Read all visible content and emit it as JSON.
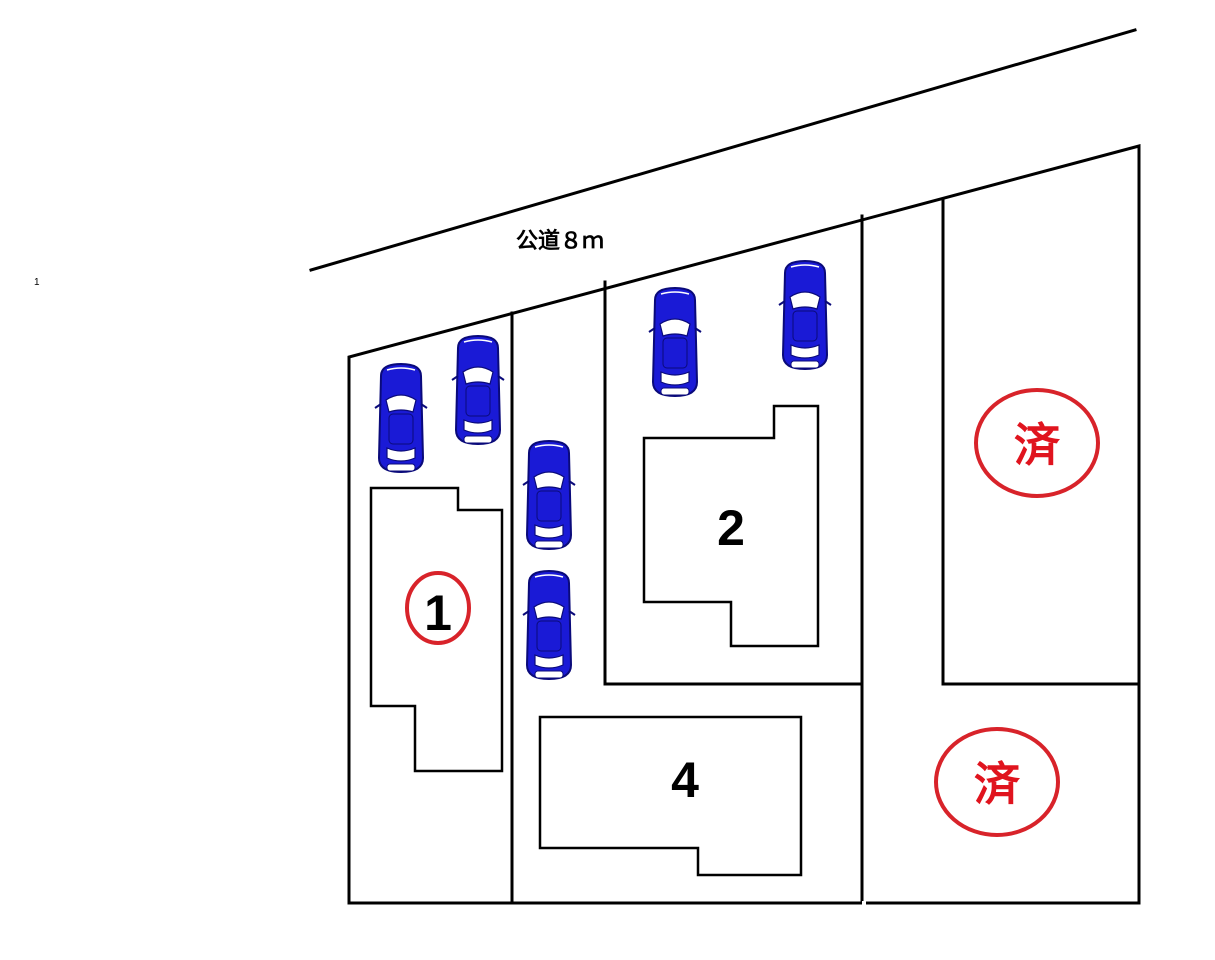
{
  "page_number": "1",
  "road": {
    "label": "公道８ｍ"
  },
  "lots": [
    {
      "id": "lot-1",
      "number": "1",
      "highlighted": true
    },
    {
      "id": "lot-2",
      "number": "2",
      "highlighted": false
    },
    {
      "id": "lot-4",
      "number": "4",
      "highlighted": false
    }
  ],
  "sold_marks": [
    {
      "id": "sold-upper",
      "label": "済"
    },
    {
      "id": "sold-lower",
      "label": "済"
    }
  ],
  "colors": {
    "car_body": "#1a1ad6",
    "sold_mark": "#e0141e",
    "highlight_circle": "#d8232a",
    "lines": "#000000"
  },
  "parking_spaces": 6
}
